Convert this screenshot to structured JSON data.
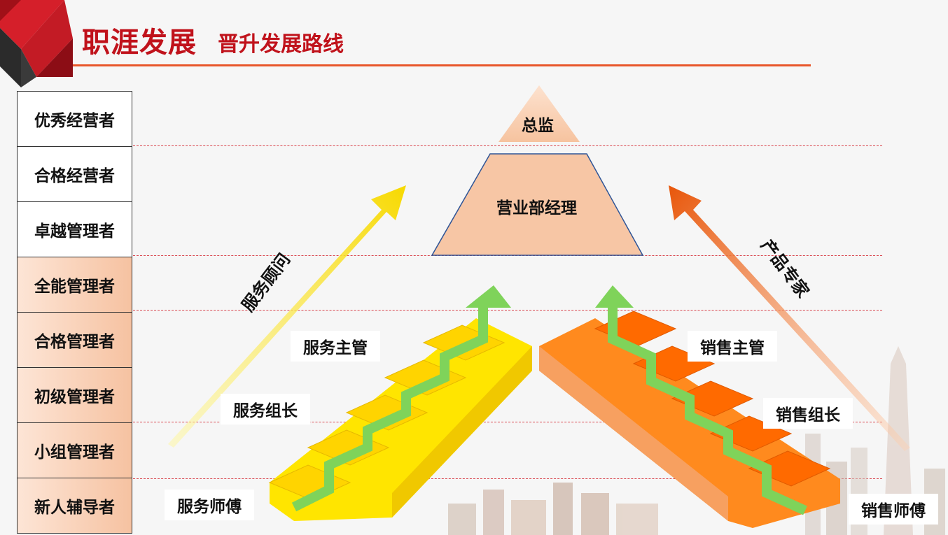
{
  "header": {
    "title": "职涯发展",
    "subtitle": "晋升发展路线"
  },
  "levels": [
    "优秀经营者",
    "合格经营者",
    "卓越管理者",
    "全能管理者",
    "合格管理者",
    "初级管理者",
    "小组管理者",
    "新人辅导者"
  ],
  "pyramid": {
    "top": "总监",
    "middle": "营业部经理"
  },
  "service_track": {
    "label": "服务顾问",
    "steps": [
      "服务师傅",
      "服务组长",
      "服务主管"
    ],
    "color": "#f8e000"
  },
  "sales_track": {
    "label": "产品专家",
    "steps": [
      "销售师傅",
      "销售组长",
      "销售主管"
    ],
    "color": "#f26c0d"
  },
  "colors": {
    "brand_red": "#c0121b",
    "rule_orange": "#e8562a",
    "dash_red": "#d9474f",
    "pyramid_fill": "#f8c8aa",
    "green_arrow": "#7fd35a"
  }
}
